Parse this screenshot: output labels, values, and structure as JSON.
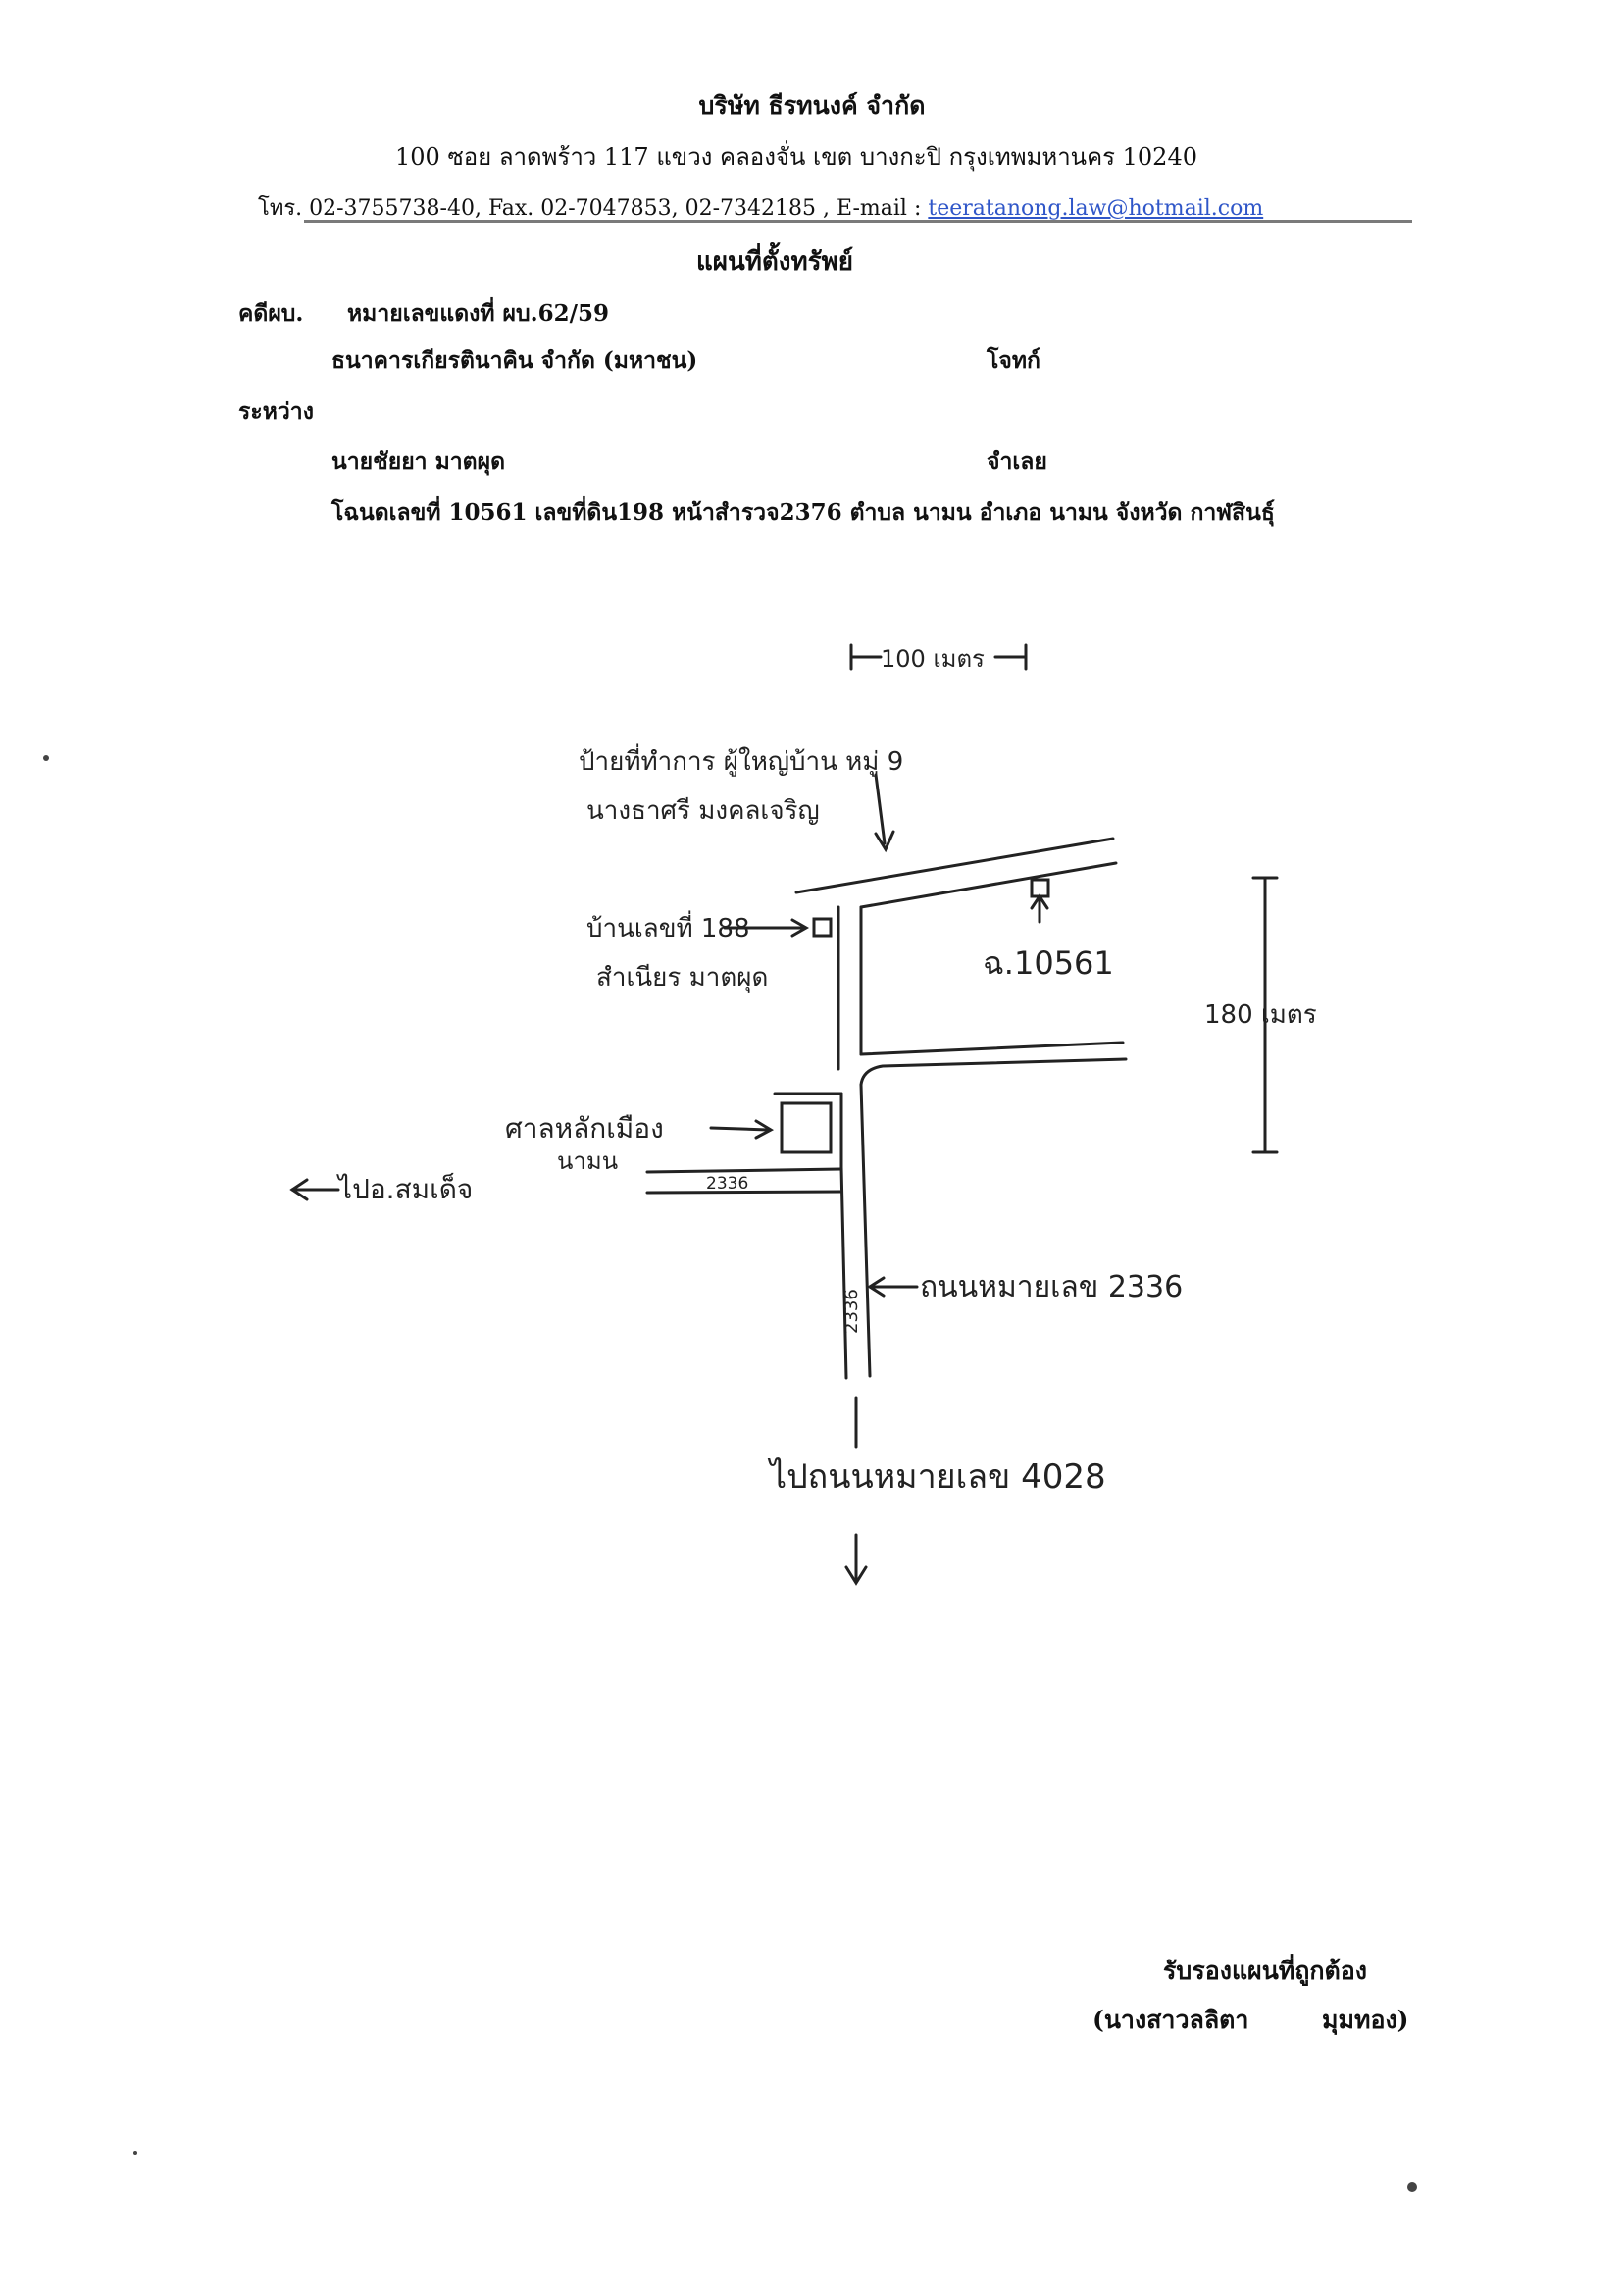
{
  "header": {
    "company_name": "บริษัท ธีรทนงค์ จำกัด",
    "address": "100 ซอย ลาดพร้าว 117 แขวง คลองจั่น เขต บางกะปิ กรุงเทพมหานคร 10240",
    "contact_prefix": "โทร. 02-3755738-40, Fax. 02-7047853, 02-7342185 , E-mail : ",
    "email": "teeratanong.law@hotmail.com"
  },
  "document": {
    "title": "แผนที่ตั้งทรัพย์",
    "case_prefix": "คดีผบ.",
    "case_number": "หมายเลขแดงที่ ผบ.62/59",
    "plaintiff_name": "ธนาคารเกียรตินาคิน จำกัด (มหาชน)",
    "plaintiff_role": "โจทก์",
    "between": "ระหว่าง",
    "defendant_name": "นายชัยยา มาตผุด",
    "defendant_role": "จำเลย",
    "deed_line": "โฉนดเลขที่ 10561 เลขที่ดิน198 หน้าสำรวจ2376 ตำบล นามน อำเภอ นามน จังหวัด กาฬสินธุ์"
  },
  "map": {
    "scale_top": "100 เมตร",
    "village_head_line1": "ป้ายที่ทำการ ผู้ใหญ่บ้าน หมู่ 9",
    "village_head_line2": "นางธาศรี มงคลเจริญ",
    "house_line1": "บ้านเลขที่ 188",
    "house_line2": "สำเนียร มาตผุด",
    "parcel_label": "ฉ.10561",
    "scale_side": "180 เมตร",
    "shrine_line1": "ศาลหลักเมือง",
    "shrine_line2": "นามน",
    "left_direction": "ไปอ.สมเด็จ",
    "road_number_h": "2336",
    "road_number_v": "2336",
    "road_label": "ถนนหมายเลข 2336",
    "south_direction": "ไปถนนหมายเลข 4028"
  },
  "signature": {
    "certify": "รับรองแผนที่ถูกต้อง",
    "name_left": "(นางสาวลลิตา",
    "name_right": "มุมทอง)"
  }
}
